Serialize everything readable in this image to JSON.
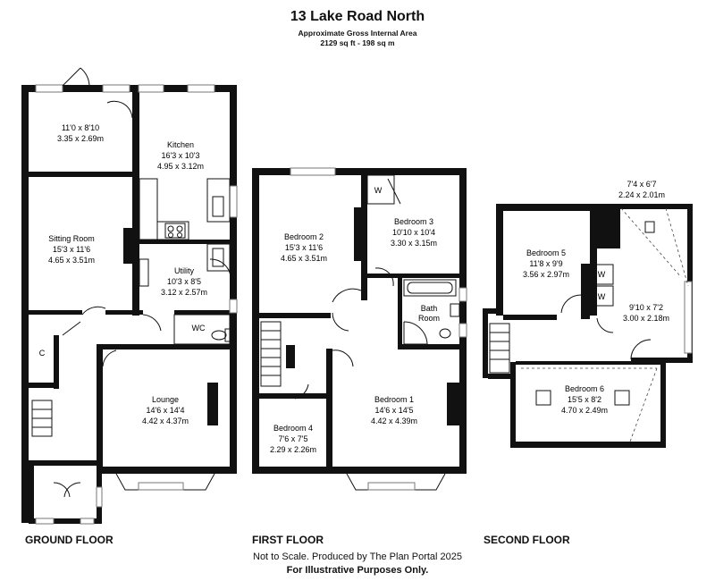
{
  "header": {
    "title": "13 Lake Road North",
    "subtitle": "Approximate Gross Internal Area",
    "area": "2129 sq ft - 198 sq m"
  },
  "floors": {
    "ground": "GROUND FLOOR",
    "first": "FIRST FLOOR",
    "second": "SECOND FLOOR"
  },
  "rooms": {
    "ground_back_room": {
      "name": "",
      "imperial": "11'0 x 8'10",
      "metric": "3.35 x 2.69m"
    },
    "kitchen": {
      "name": "Kitchen",
      "imperial": "16'3 x 10'3",
      "metric": "4.95 x 3.12m"
    },
    "sitting_room": {
      "name": "Sitting Room",
      "imperial": "15'3 x 11'6",
      "metric": "4.65 x 3.51m"
    },
    "utility": {
      "name": "Utility",
      "imperial": "10'3 x 8'5",
      "metric": "3.12 x 2.57m"
    },
    "wc": {
      "name": "WC"
    },
    "cupboard": {
      "name": "C"
    },
    "lounge": {
      "name": "Lounge",
      "imperial": "14'6 x 14'4",
      "metric": "4.42 x 4.37m"
    },
    "bedroom2": {
      "name": "Bedroom 2",
      "imperial": "15'3 x 11'6",
      "metric": "4.65 x 3.51m"
    },
    "bedroom3": {
      "name": "Bedroom 3",
      "imperial": "10'10 x 10'4",
      "metric": "3.30 x 3.15m"
    },
    "wardrobe_first": {
      "name": "W"
    },
    "bathroom": {
      "line1": "Bath",
      "line2": "Room"
    },
    "bedroom1": {
      "name": "Bedroom 1",
      "imperial": "14'6 x 14'5",
      "metric": "4.42 x 4.39m"
    },
    "bedroom4": {
      "name": "Bedroom 4",
      "imperial": "7'6 x 7'5",
      "metric": "2.29 x 2.26m"
    },
    "second_top_room": {
      "name": "",
      "imperial": "7'4 x 6'7",
      "metric": "2.24 x 2.01m"
    },
    "bedroom5": {
      "name": "Bedroom 5",
      "imperial": "11'8 x 9'9",
      "metric": "3.56 x 2.97m"
    },
    "wardrobe_a": {
      "name": "W"
    },
    "wardrobe_b": {
      "name": "W"
    },
    "second_side_room": {
      "name": "",
      "imperial": "9'10 x 7'2",
      "metric": "3.00 x 2.18m"
    },
    "bedroom6": {
      "name": "Bedroom 6",
      "imperial": "15'5 x 8'2",
      "metric": "4.70 x 2.49m"
    }
  },
  "footer": {
    "line1": "Not to Scale. Produced by The Plan Portal 2025",
    "line2": "For Illustrative Purposes Only."
  }
}
